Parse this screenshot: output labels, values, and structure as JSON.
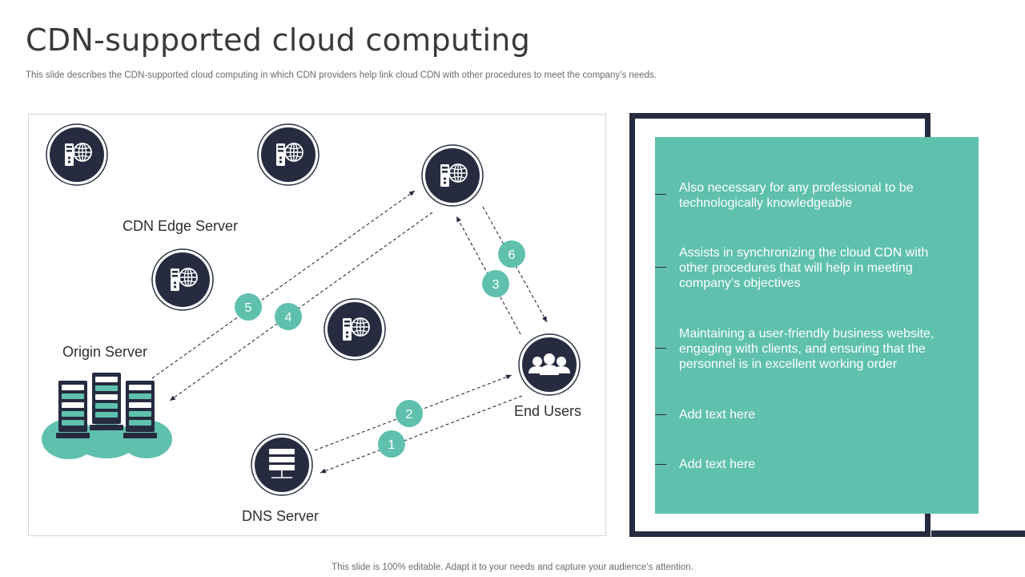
{
  "slide": {
    "title": "CDN-supported cloud computing",
    "subtitle": "This slide describes the CDN-supported cloud computing in which CDN providers help link cloud CDN with other procedures to meet the company’s needs.",
    "footer": "This slide is 100% editable. Adapt it to your needs and capture your audience’s attention."
  },
  "diagram": {
    "labels": {
      "cdn_edge": "CDN Edge Server",
      "origin": "Origin Server",
      "end_users": "End Users",
      "dns": "DNS Server"
    },
    "steps": [
      "1",
      "2",
      "3",
      "4",
      "5",
      "6"
    ],
    "colors": {
      "navy": "#262b40",
      "teal": "#5fc1ad"
    }
  },
  "panel": {
    "bullets": [
      "Also necessary for any professional to be technologically knowledgeable",
      "Assists in synchronizing  the cloud CDN with other procedures that will help in meeting company’s objectives",
      "Maintaining a user-friendly business website, engaging with clients, and ensuring that the personnel is in excellent working order",
      "Add text here",
      "Add text here"
    ]
  }
}
